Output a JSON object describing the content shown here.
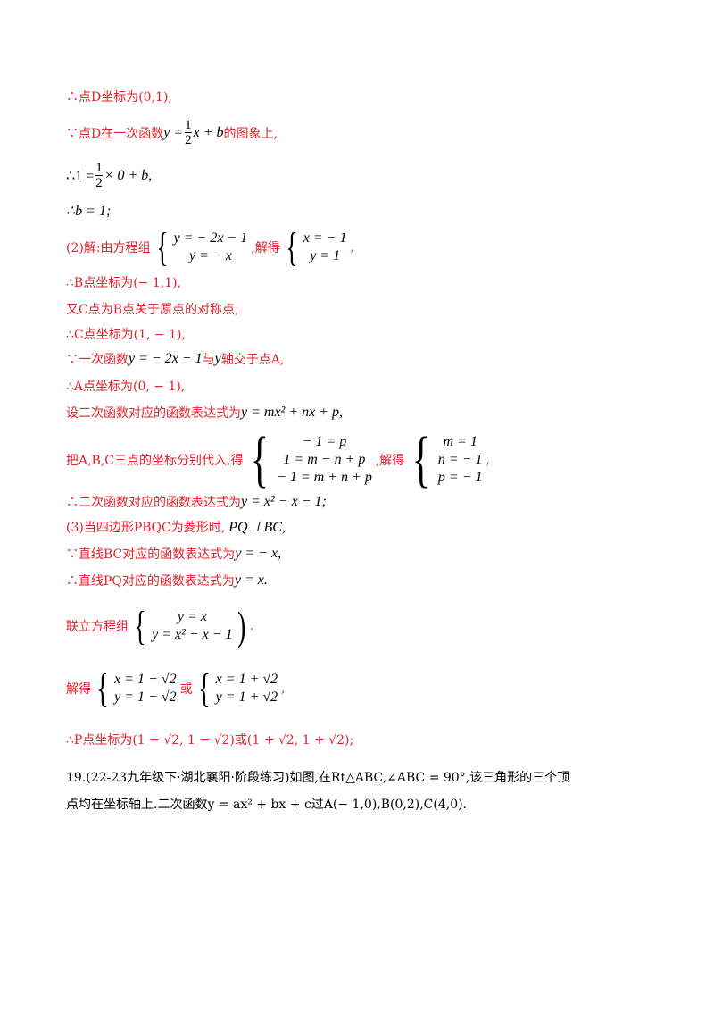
{
  "lines": {
    "l1": "∴点D坐标为(0,1),",
    "l2_a": "∵点D在一次函数",
    "l2_b": "y =",
    "l2_num": "1",
    "l2_den": "2",
    "l2_c": "x + b",
    "l2_d": "的图象上,",
    "l3_a": "∴1 =",
    "l3_num": "1",
    "l3_den": "2",
    "l3_b": "× 0 + b,",
    "l4": "∴b = 1;",
    "l5_a": "(2)解:由方程组",
    "l5_sys1_r1": "y = − 2x − 1",
    "l5_sys1_r2": "y = − x",
    "l5_b": ",解得",
    "l5_sys2_r1": "x = − 1",
    "l5_sys2_r2": "y = 1",
    "l5_c": ",",
    "l6": "∴B点坐标为(− 1,1),",
    "l7": "又C点为B点关于原点的对称点,",
    "l8": "∴C点坐标为(1, − 1),",
    "l9_a": "∵一次函数",
    "l9_b": "y = − 2x − 1",
    "l9_c": "与",
    "l9_d": "y",
    "l9_e": "轴交于点A,",
    "l10": "∴A点坐标为(0, − 1),",
    "l11_a": "设二次函数对应的函数表达式为",
    "l11_b": "y = mx² + nx + p,",
    "l12_a": "把A,B,C三点的坐标分别代入,得",
    "l12_sys1_r1": "− 1 = p",
    "l12_sys1_r2": "1 = m − n + p",
    "l12_sys1_r3": "− 1 = m + n + p",
    "l12_b": ",解得",
    "l12_sys2_r1": "m = 1",
    "l12_sys2_r2": "n = − 1",
    "l12_sys2_r3": "p = − 1",
    "l12_c": ",",
    "l13_a": "∴二次函数对应的函数表达式为",
    "l13_b": "y = x² − x − 1;",
    "l14_a": "(3)当四边形PBQC为菱形时,",
    "l14_b": "PQ ⊥BC,",
    "l15_a": "∵直线BC对应的函数表达式为",
    "l15_b": "y = − x,",
    "l16_a": "∴直线PQ对应的函数表达式为",
    "l16_b": "y = x.",
    "l17_a": "联立方程组",
    "l17_sys_r1": "y = x",
    "l17_sys_r2": "y = x² − x − 1",
    "l17_b": ".",
    "l18_a": "解得",
    "l18_sys1_r1": "x = 1 − √2",
    "l18_sys1_r2": "y = 1 − √2",
    "l18_b": "或",
    "l18_sys2_r1": "x = 1 + √2",
    "l18_sys2_r2": "y = 1 + √2",
    "l18_c": ",",
    "l19": "∴P点坐标为(1 − √2, 1 − √2)或(1 + √2, 1 + √2);",
    "q19_a": "19.(22-23九年级下·湖北襄阳·阶段练习)如图,在Rt△ABC,∠ABC = 90°,该三角形的三个顶",
    "q19_b": "点均在坐标轴上.二次函数y = ax² + bx + c过A(− 1,0),B(0,2),C(4,0)."
  },
  "colors": {
    "answer": "#e8202a",
    "question": "#000000"
  }
}
